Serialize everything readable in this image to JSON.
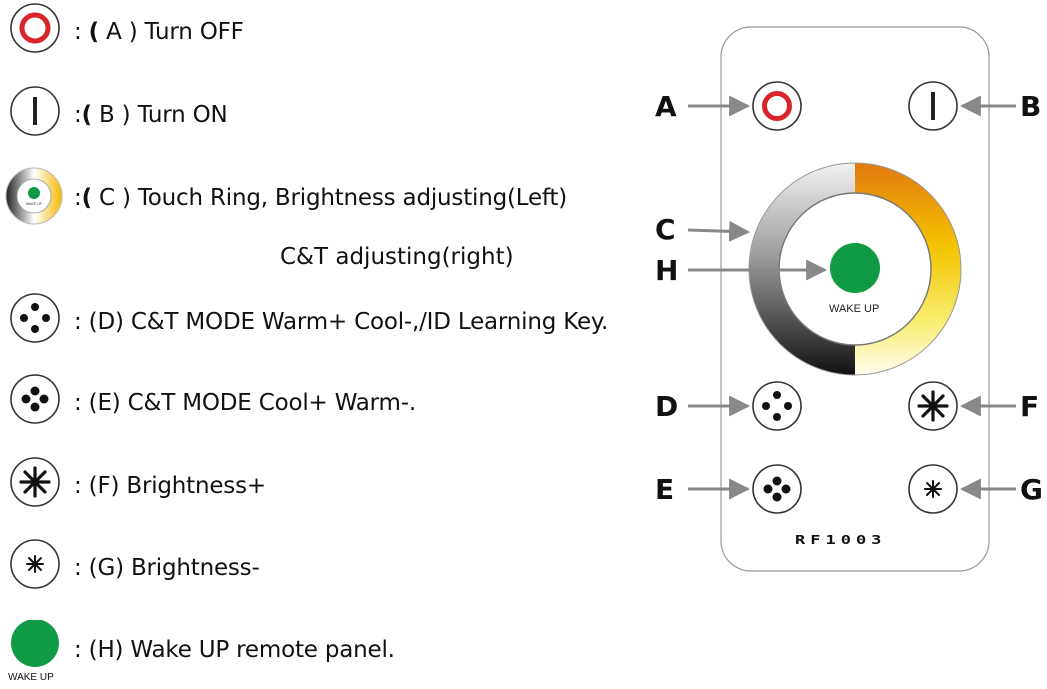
{
  "legend": [
    {
      "icon": "power-off-icon",
      "prefix": ": ",
      "paren": "(",
      "letter": " A ) ",
      "text": "Turn OFF"
    },
    {
      "icon": "power-on-icon",
      "prefix": ":",
      "paren": "(",
      "letter": " B ) ",
      "text": "Turn ON"
    },
    {
      "icon": "touch-ring-icon",
      "prefix": ":",
      "paren": "(",
      "letter": " C ) ",
      "text": "Touch Ring, Brightness adjusting(Left)"
    },
    {
      "icon": "four-dot-icon",
      "prefix": ": ",
      "paren": "",
      "letter": "",
      "text": "(D) C&T MODE Warm+ Cool-,/ID Learning Key."
    },
    {
      "icon": "five-dot-icon",
      "prefix": ": ",
      "paren": "",
      "letter": "",
      "text": "(E) C&T MODE Cool+ Warm-."
    },
    {
      "icon": "brightness-up-icon",
      "prefix": ": ",
      "paren": "",
      "letter": "",
      "text": "(F) Brightness+"
    },
    {
      "icon": "brightness-down-icon",
      "prefix": ": ",
      "paren": "",
      "letter": "",
      "text": "(G) Brightness-"
    },
    {
      "icon": "wake-up-icon",
      "prefix": ": ",
      "paren": "",
      "letter": "",
      "text": "(H) Wake UP remote panel."
    }
  ],
  "touch_ring_sub": "C&T adjusting(right)",
  "wake_up_small": "WAKE UP",
  "remote": {
    "callouts": {
      "A": "A",
      "B": "B",
      "C": "C",
      "H": "H",
      "D": "D",
      "F": "F",
      "E": "E",
      "G": "G"
    },
    "wake_label": "WAKE UP",
    "model": "RF1003"
  },
  "colors": {
    "off_red": "#d8252b",
    "wake_green": "#109a43",
    "ring_warm": "#f2b400"
  }
}
